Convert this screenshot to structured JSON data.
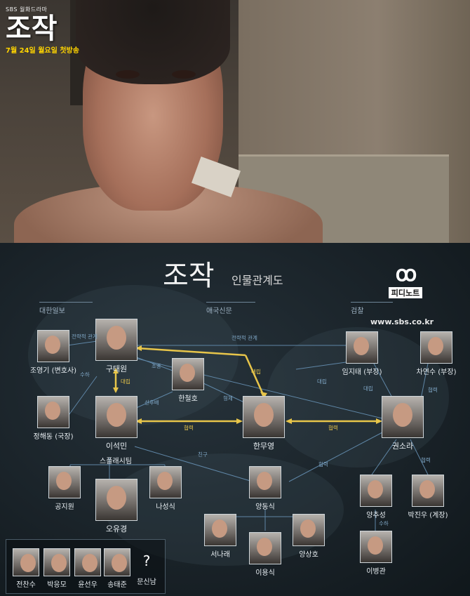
{
  "promo": {
    "network": "SBS 월화드라마",
    "title": "조작",
    "airdate": "7월 24일 월요일 첫방송"
  },
  "chart": {
    "title": "조작",
    "subtitle": "인물관계도",
    "brand_name": "피디노트",
    "brand_url": "www.sbs.co.kr",
    "groups": {
      "daehan": "대한일보",
      "aeguk": "애국신문",
      "geomchal": "검찰"
    },
    "people": {
      "jo_yeonggi": "조영기 (변호사)",
      "gu_taewon": "구태원",
      "im_jitae": "임지태 (부장)",
      "cha_yeonsu": "차연수 (부장)",
      "han_cheolho": "한철호",
      "jeong_haedong": "정해동 (국장)",
      "lee_seokmin": "이석민",
      "han_muyeong": "한무영",
      "gwon_sora": "권소라",
      "gong_jiwon": "공지원",
      "na_seongsik": "나성식",
      "oh_yugyeong": "오유경",
      "yang_dongsik": "양동식",
      "yang_chuseong": "양추성",
      "park_jinu": "박진우 (계장)",
      "seo_narae": "서나래",
      "lee_yongsik": "이용식",
      "yang_sangho": "양상호",
      "lee_byeonggwan": "이병관"
    },
    "relations": {
      "r1": "전략적 관계",
      "r2": "전략적 관계",
      "r3": "조종",
      "r4": "수하",
      "r5": "대립",
      "r6": "대립",
      "r7": "선후배",
      "r8": "형제",
      "r9": "대립",
      "r10": "대립",
      "r11": "협력",
      "r12": "협력",
      "r13": "협력",
      "r14": "스플래시팀",
      "r15": "친구",
      "r16": "협력",
      "r17": "협력",
      "r18": "수하"
    },
    "legend": {
      "p1": "전찬수",
      "p2": "박응모",
      "p3": "윤선우",
      "p4": "송태준",
      "p5": "문신남",
      "unknown_mark": "?"
    }
  }
}
